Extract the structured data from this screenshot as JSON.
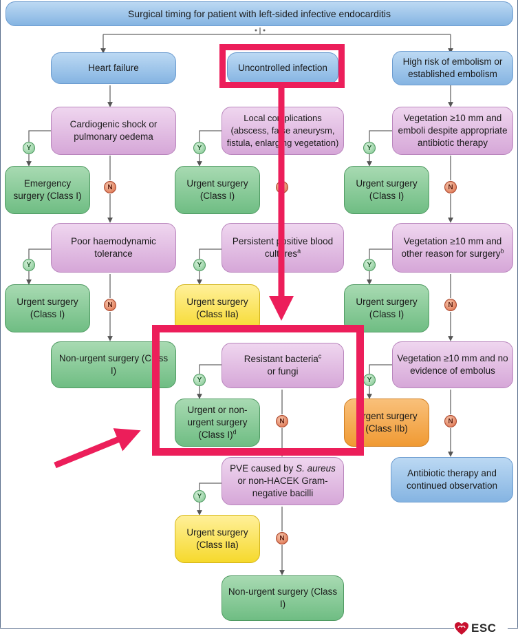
{
  "title": "Surgical timing for patient with left-sided infective endocarditis",
  "columns": {
    "left": {
      "header": "Heart failure",
      "q1": "Cardiogenic shock or pulmonary oedema",
      "y1": "Emergency surgery (Class I)",
      "q2": "Poor haemodynamic tolerance",
      "y2": "Urgent surgery (Class I)",
      "n_final": "Non-urgent surgery (Class I)"
    },
    "middle": {
      "header": "Uncontrolled infection",
      "q1": "Local complications (abscess, false aneurysm, fistula, enlarging vegetation)",
      "y1": "Urgent surgery (Class I)",
      "q2": "Persistent positive blood cultures",
      "q2_sup": "a",
      "y2": "Urgent surgery (Class IIa)",
      "q3": "Resistant bacteria",
      "q3_sup": "c",
      "q3_tail": "or fungi",
      "y3": "Urgent or non-urgent surgery (Class I)",
      "y3_sup": "d",
      "q4_part1": "PVE caused by",
      "q4_italic": "S. aureus",
      "q4_part2": "or non-HACEK Gram-negative bacilli",
      "y4": "Urgent surgery (Class IIa)",
      "n_final": "Non-urgent surgery (Class I)"
    },
    "right": {
      "header": "High risk of embolism or established embolism",
      "q1": "Vegetation ≥10 mm and emboli despite appropriate antibiotic therapy",
      "y1": "Urgent surgery (Class I)",
      "q2": "Vegetation ≥10 mm and other reason for surgery",
      "q2_sup": "b",
      "y2": "Urgent surgery (Class I)",
      "q3": "Vegetation ≥10 mm and no evidence of embolus",
      "y3": "Urgent surgery (Class IIb)",
      "n_final": "Antibiotic therapy and continued observation"
    }
  },
  "badges": {
    "yes": "Y",
    "no": "N"
  },
  "logo": {
    "text": "ESC"
  },
  "colors": {
    "highlight": "#ec1e5a",
    "blue": "#85b4e2",
    "purple": "#d6a7d8",
    "green": "#6fbd83",
    "yellow": "#f6d92c",
    "orange": "#f09a33",
    "connector": "#555555"
  }
}
